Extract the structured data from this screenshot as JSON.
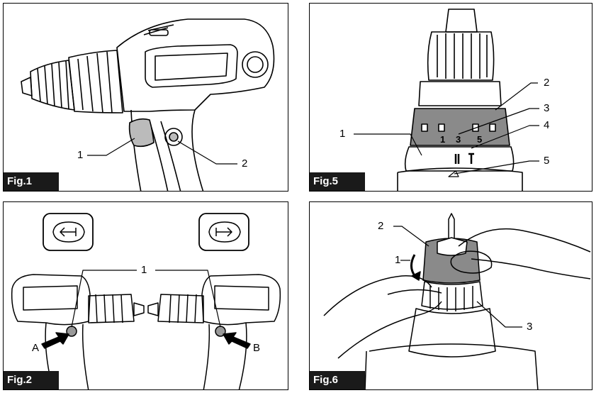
{
  "figures": {
    "fig1": {
      "label": "Fig.1",
      "callouts": [
        "1",
        "2"
      ]
    },
    "fig5": {
      "label": "Fig.5",
      "callouts": [
        "1",
        "2",
        "3",
        "4",
        "5"
      ],
      "dial_numbers": [
        "1",
        "3",
        "5"
      ]
    },
    "fig2": {
      "label": "Fig.2",
      "callouts": [
        "1",
        "A",
        "B"
      ]
    },
    "fig6": {
      "label": "Fig.6",
      "callouts": [
        "1",
        "2",
        "3"
      ]
    }
  },
  "icons": {
    "left_button": "arrow-left-icon",
    "right_button": "arrow-right-icon"
  },
  "colors": {
    "ink": "#000000",
    "label_bg": "#1a1a1a",
    "ring_gray": "#8a8a8a"
  }
}
